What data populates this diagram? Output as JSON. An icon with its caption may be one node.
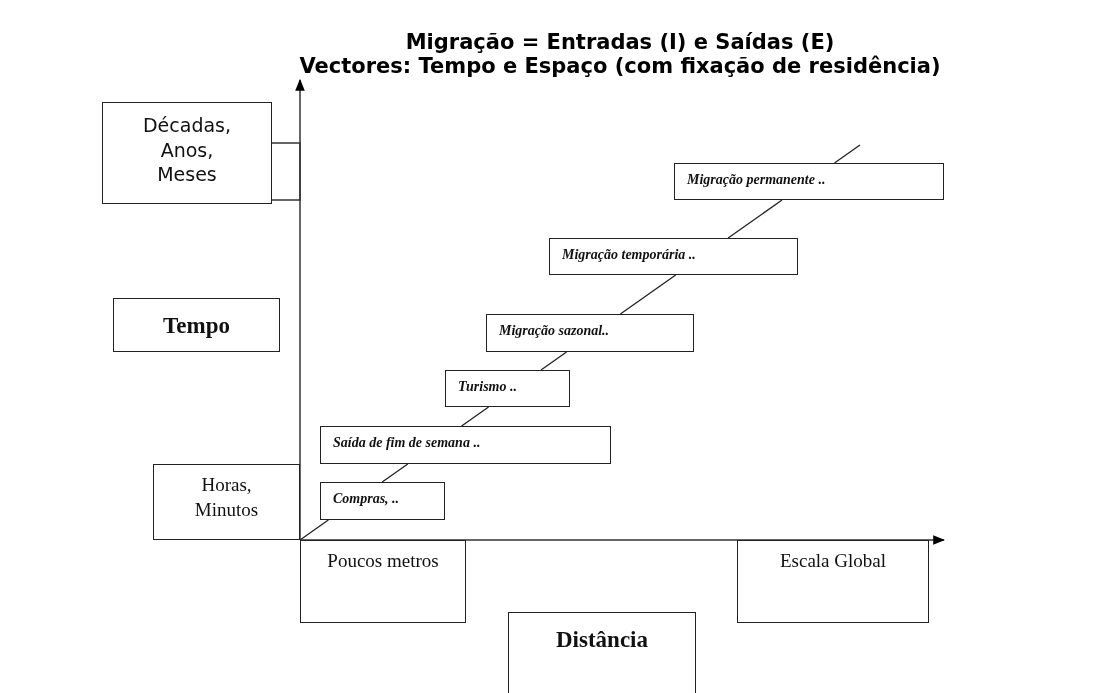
{
  "diagram": {
    "title": "Migração = Entradas (I) e Saídas (E)",
    "nodes": [
      {
        "text": [
          "Décadas, Anos, Meses"
        ]
      },
      {
        "text": [
          "Tempo"
        ]
      },
      {
        "text": [
          "Horas, Minutos"
        ]
      },
      {
        "text": [
          "Compras, .."
        ]
      },
      {
        "text": [
          "Saída de fim de semana .."
        ]
      },
      {
        "text": [
          "Turismo .."
        ]
      },
      {
        "text": [
          "Migração sazonal.."
        ]
      },
      {
        "text": [
          "Migração temporária .."
        ]
      },
      {
        "text": [
          "Migração permanente .."
        ]
      },
      {
        "text": [
          "Poucos metros"
        ]
      },
      {
        "text": [
          "Escala Global"
        ]
      },
      {
        "text": [
          "Distância"
        ]
      }
    ],
    "edges": [
      {
        "from": 9,
        "to": 3,
        "arrow": "none"
      },
      {
        "from": 3,
        "to": 4,
        "arrow": "none"
      },
      {
        "from": 4,
        "to": 5,
        "arrow": "none"
      },
      {
        "from": 5,
        "to": 6,
        "arrow": "none"
      },
      {
        "from": 6,
        "to": 7,
        "arrow": "none"
      },
      {
        "from": 7,
        "to": 8,
        "arrow": "none"
      },
      {
        "from": 8,
        "to": null,
        "arrow": "none"
      }
    ],
    "labels": [
      "Vectores: Tempo e Espaço (com fixação de residência)"
    ]
  }
}
